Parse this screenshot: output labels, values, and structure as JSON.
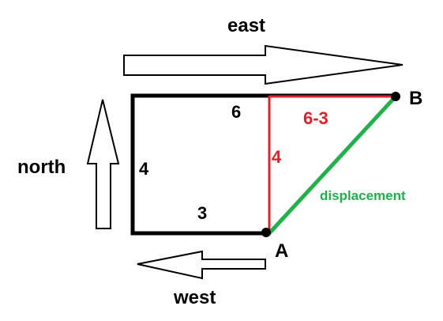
{
  "labels": {
    "east": "east",
    "west": "west",
    "north": "north",
    "point_a": "A",
    "point_b": "B",
    "top_segment": "6",
    "left_segment": "4",
    "bottom_segment": "3",
    "red_horizontal": "6-3",
    "red_vertical": "4",
    "hypotenuse": "displacement"
  },
  "colors": {
    "path": "#000000",
    "components": "#e0202a",
    "displacement": "#22b04b",
    "arrows_outline": "#000000"
  },
  "icons": {
    "east": "right-arrow-icon",
    "west": "left-arrow-icon",
    "north": "up-arrow-icon"
  }
}
